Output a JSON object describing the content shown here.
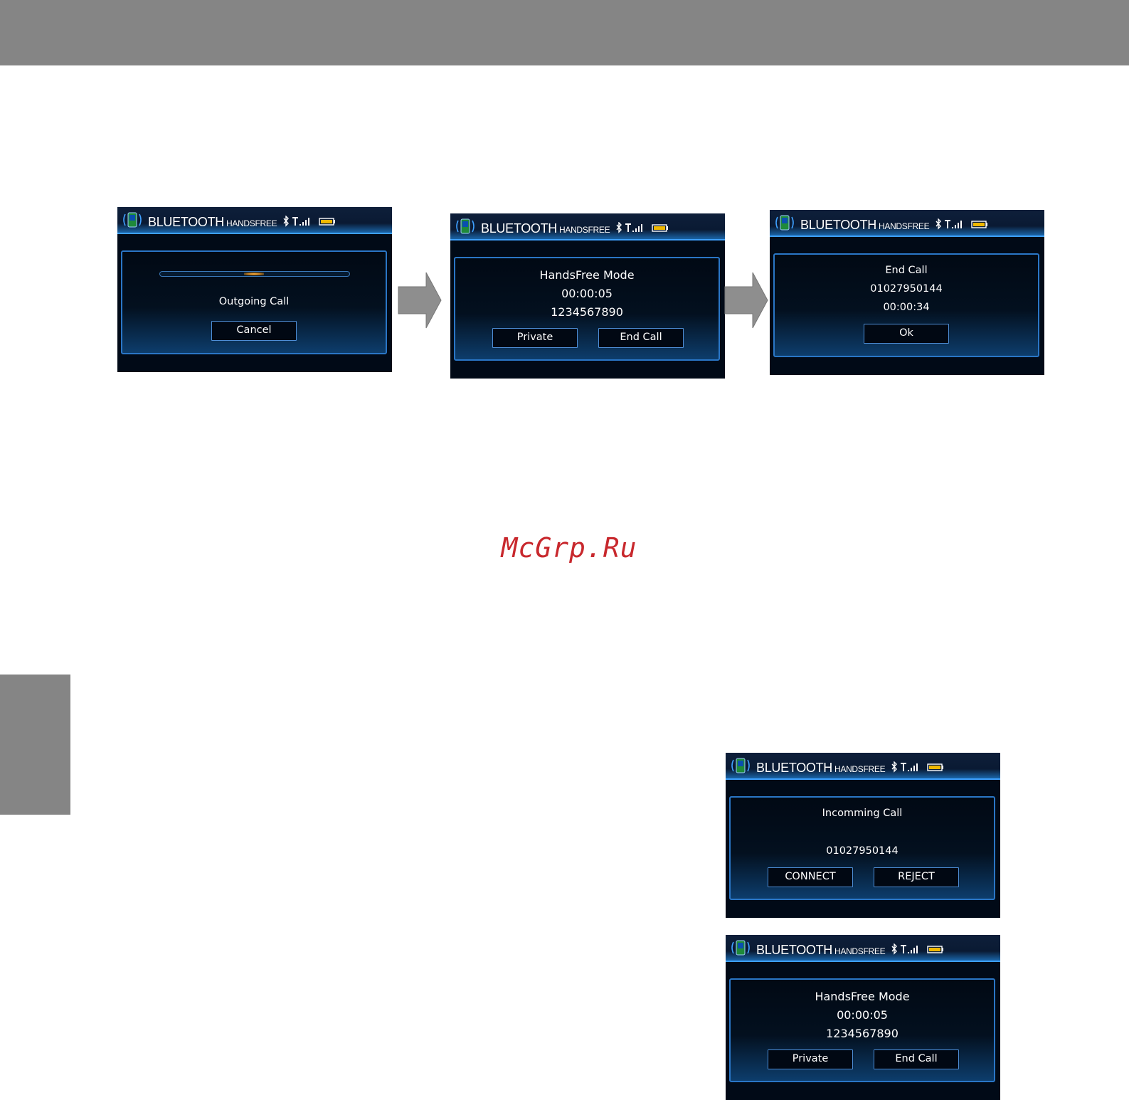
{
  "watermark": "McGrp.Ru",
  "header": {
    "brand_main": "BLUETOOTH",
    "brand_sub": "HANDSFREE"
  },
  "screens": {
    "outgoing": {
      "message": "Outgoing Call",
      "cancel_label": "Cancel"
    },
    "handsfree_top": {
      "mode": "HandsFree Mode",
      "timer": "00:00:05",
      "number": "1234567890",
      "private_label": "Private",
      "end_call_label": "End Call"
    },
    "end_call": {
      "title": "End Call",
      "number": "01027950144",
      "timer": "00:00:34",
      "ok_label": "Ok"
    },
    "incoming": {
      "title": "Incomming Call",
      "number": "01027950144",
      "connect_label": "CONNECT",
      "reject_label": "REJECT"
    },
    "handsfree_bottom": {
      "mode": "HandsFree Mode",
      "timer": "00:00:05",
      "number": "1234567890",
      "private_label": "Private",
      "end_call_label": "End Call"
    }
  },
  "colors": {
    "page_bars": "#858585",
    "screen_bg": "#010a17",
    "accent_blue": "#2a76c6",
    "watermark": "#c8282d",
    "battery": "#f0b800"
  },
  "icons": [
    "phone-signal-icon",
    "bluetooth-icon",
    "antenna-signal-icon",
    "battery-icon",
    "right-arrow-icon"
  ]
}
